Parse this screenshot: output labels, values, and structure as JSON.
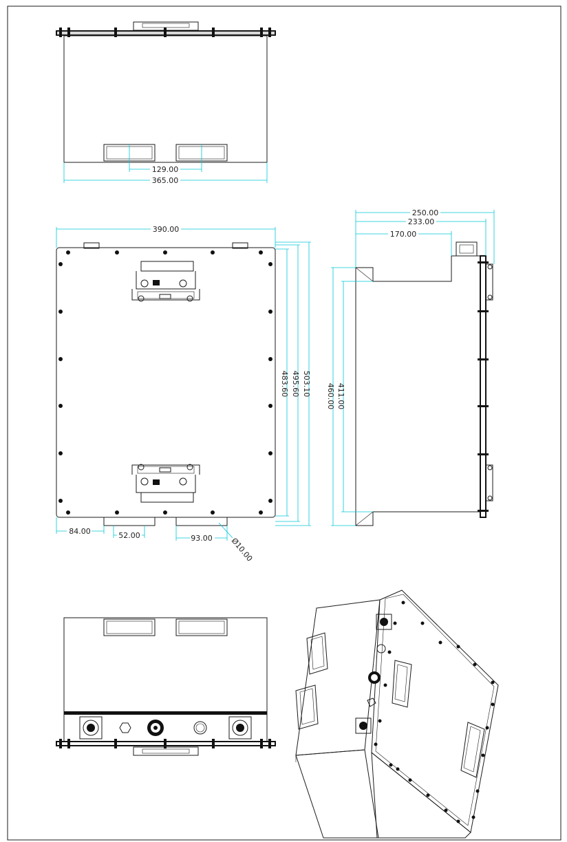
{
  "colors": {
    "dimension_line": "#00c8d8",
    "outline": "#1a1a1a",
    "background": "#ffffff"
  },
  "top_view": {
    "dims": {
      "inner_spacing": "129.00",
      "overall_width": "365.00"
    }
  },
  "front_view": {
    "dims": {
      "width": "390.00",
      "h_483": "483.60",
      "h_495": "495.60",
      "h_503": "503.10",
      "offset_left": "84.00",
      "foot_width": "52.00",
      "foot_offset": "93.00",
      "hole_diameter": "Ø10.00"
    }
  },
  "side_view": {
    "dims": {
      "depth_250": "250.00",
      "depth_233": "233.00",
      "depth_170": "170.00",
      "height_411": "411.00",
      "height_460": "460.00"
    }
  },
  "bottom_view": {},
  "iso_view": {}
}
